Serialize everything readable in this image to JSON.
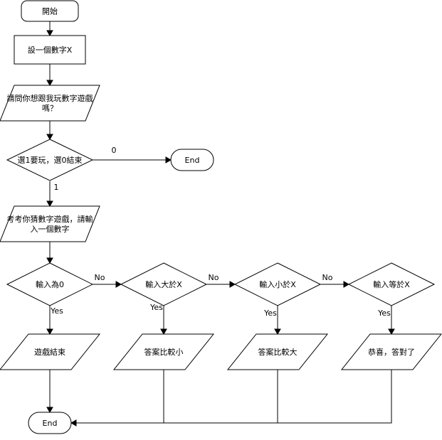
{
  "nodes": {
    "start": "開始",
    "set_x": "設一個數字X",
    "ask_play_line1": "請問你想跟我玩數字遊戲",
    "ask_play_line2": "嗎？",
    "choose": "選1要玩，選0結束",
    "end_top": "End",
    "guess_line1": "考考你猜數字遊戲，請輸",
    "guess_line2": "入一個數字",
    "is_zero": "輸入為0",
    "greater": "輸入大於X",
    "less": "輸入小於X",
    "equal": "輸入等於X",
    "game_over": "遊戲結束",
    "answer_smaller": "答案比較小",
    "answer_bigger": "答案比較大",
    "congrats": "恭喜，答對了",
    "end_bottom": "End"
  },
  "edge_labels": {
    "zero": "0",
    "one": "1",
    "no_1": "No",
    "no_2": "No",
    "no_3": "No",
    "yes_1": "Yes",
    "yes_2": "Yes",
    "yes_3": "Yes",
    "yes_4": "Yes"
  }
}
